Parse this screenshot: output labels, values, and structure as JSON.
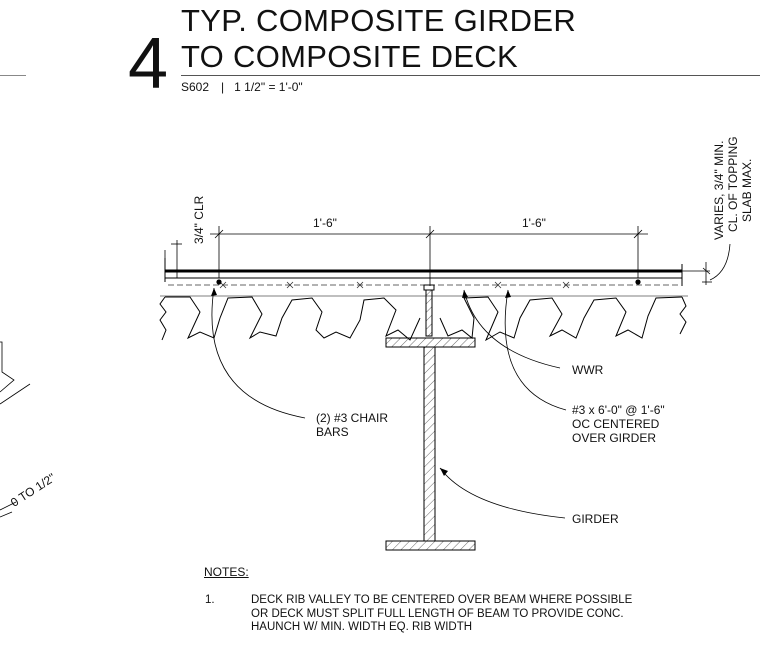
{
  "detail": {
    "number": "4",
    "title_line1": "TYP. COMPOSITE GIRDER",
    "title_line2": "TO COMPOSITE DECK",
    "sheet_ref": "S602",
    "separator": "|",
    "scale": "1 1/2\" = 1'-0\""
  },
  "dimensions": {
    "clear_cover": "3/4\" CLR",
    "left_spacing": "1'-6\"",
    "right_spacing": "1'-6\"",
    "haunch": "0 TO 1/2\""
  },
  "callouts": {
    "topping_line1": "VARIES, 3/4\" MIN.",
    "topping_line2": "CL. OF TOPPING",
    "topping_line3": "SLAB MAX.",
    "wwr": "WWR",
    "chair_line1": "(2) #3 CHAIR",
    "chair_line2": "BARS",
    "rebar_line1": "#3 x 6'-0\" @ 1'-6\"",
    "rebar_line2": "OC CENTERED",
    "rebar_line3": "OVER GIRDER",
    "girder": "GIRDER"
  },
  "notes": {
    "heading": "NOTES:",
    "items": [
      {
        "number": "1.",
        "text": "DECK RIB VALLEY TO BE  CENTERED OVER BEAM WHERE POSSIBLE OR DECK MUST SPLIT FULL LENGTH OF BEAM TO PROVIDE CONC. HAUNCH W/ MIN. WIDTH EQ. RIB WIDTH"
      }
    ]
  }
}
